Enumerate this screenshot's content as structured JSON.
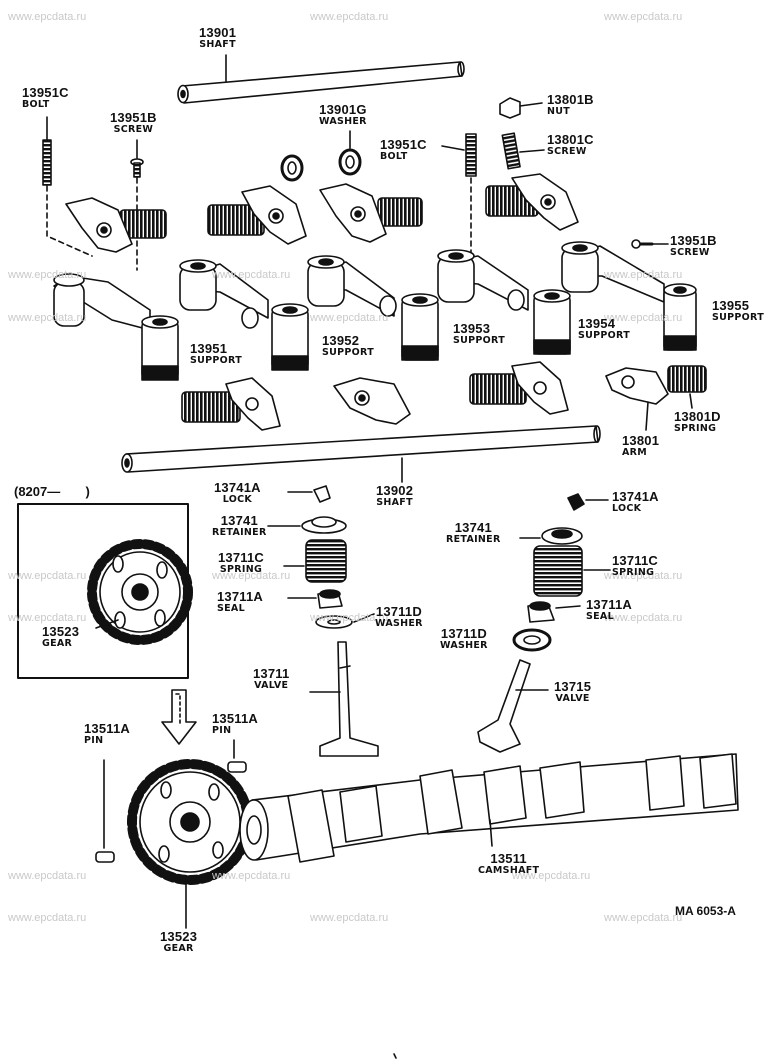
{
  "watermark": "www.epcdata.ru",
  "diagram_code": "MA 6053-A",
  "inset_label": "(8207—       )",
  "parts": {
    "p13901": {
      "number": "13901",
      "name": "SHAFT"
    },
    "p13951C_l": {
      "number": "13951C",
      "name": "BOLT"
    },
    "p13951B_l": {
      "number": "13951B",
      "name": "SCREW"
    },
    "p13901G": {
      "number": "13901G",
      "name": "WASHER"
    },
    "p13951C_r": {
      "number": "13951C",
      "name": "BOLT"
    },
    "p13801B": {
      "number": "13801B",
      "name": "NUT"
    },
    "p13801C": {
      "number": "13801C",
      "name": "SCREW"
    },
    "p13951B_r": {
      "number": "13951B",
      "name": "SCREW"
    },
    "p13955": {
      "number": "13955",
      "name": "SUPPORT"
    },
    "p13951": {
      "number": "13951",
      "name": "SUPPORT"
    },
    "p13952": {
      "number": "13952",
      "name": "SUPPORT"
    },
    "p13953": {
      "number": "13953",
      "name": "SUPPORT"
    },
    "p13954": {
      "number": "13954",
      "name": "SUPPORT"
    },
    "p13801D": {
      "number": "13801D",
      "name": "SPRING"
    },
    "p13801": {
      "number": "13801",
      "name": "ARM"
    },
    "p13902": {
      "number": "13902",
      "name": "SHAFT"
    },
    "p13741A_l": {
      "number": "13741A",
      "name": "LOCK"
    },
    "p13741_l": {
      "number": "13741",
      "name": "RETAINER"
    },
    "p13711C_l": {
      "number": "13711C",
      "name": "SPRING"
    },
    "p13711A_l": {
      "number": "13711A",
      "name": "SEAL"
    },
    "p13711D_l": {
      "number": "13711D",
      "name": "WASHER"
    },
    "p13711": {
      "number": "13711",
      "name": "VALVE"
    },
    "p13741A_r": {
      "number": "13741A",
      "name": "LOCK"
    },
    "p13741_r": {
      "number": "13741",
      "name": "RETAINER"
    },
    "p13711C_r": {
      "number": "13711C",
      "name": "SPRING"
    },
    "p13711A_r": {
      "number": "13711A",
      "name": "SEAL"
    },
    "p13711D_r": {
      "number": "13711D",
      "name": "WASHER"
    },
    "p13715": {
      "number": "13715",
      "name": "VALVE"
    },
    "p13523_in": {
      "number": "13523",
      "name": "GEAR"
    },
    "p13511A_l": {
      "number": "13511A",
      "name": "PIN"
    },
    "p13511A_r": {
      "number": "13511A",
      "name": "PIN"
    },
    "p13511": {
      "number": "13511",
      "name": "CAMSHAFT"
    },
    "p13523": {
      "number": "13523",
      "name": "GEAR"
    }
  }
}
